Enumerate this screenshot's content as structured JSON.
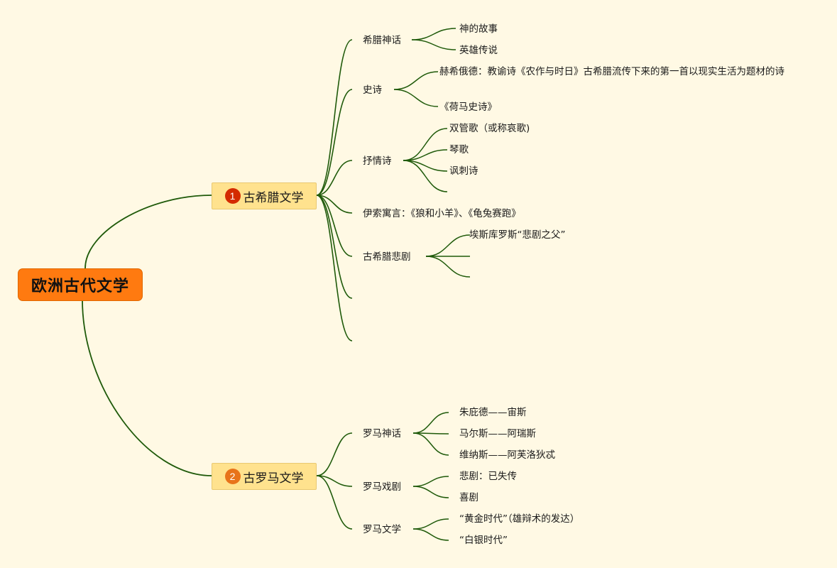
{
  "root": {
    "label": "欧洲古代文学"
  },
  "branches": [
    {
      "badge": "1",
      "badge_color": "#d42a00",
      "label": "古希腊文学",
      "children": [
        {
          "label": "希腊神话",
          "children": [
            {
              "label": "神的故事"
            },
            {
              "label": "英雄传说"
            }
          ]
        },
        {
          "label": "史诗",
          "children": [
            {
              "label": "赫希俄德：教谕诗《农作与时日》古希腊流传下来的第一首以现实生活为题材的诗"
            },
            {
              "label": "《荷马史诗》"
            }
          ]
        },
        {
          "label": "抒情诗",
          "children": [
            {
              "label": "双管歌（或称哀歌)"
            },
            {
              "label": "琴歌"
            },
            {
              "label": "讽刺诗"
            },
            {
              "label": ""
            }
          ]
        },
        {
          "label": "伊索寓言：《狼和小羊》、《龟兔赛跑》"
        },
        {
          "label": "古希腊悲剧",
          "children": [
            {
              "label": "埃斯库罗斯“悲剧之父”"
            },
            {
              "label": ""
            },
            {
              "label": ""
            }
          ]
        },
        {
          "label": ""
        },
        {
          "label": ""
        }
      ]
    },
    {
      "badge": "2",
      "badge_color": "#e8731a",
      "label": "古罗马文学",
      "children": [
        {
          "label": "罗马神话",
          "children": [
            {
              "label": "朱庇德——宙斯"
            },
            {
              "label": "马尔斯——阿瑞斯"
            },
            {
              "label": "维纳斯——阿芙洛狄忒"
            }
          ]
        },
        {
          "label": "罗马戏剧",
          "children": [
            {
              "label": "悲剧：已失传"
            },
            {
              "label": "喜剧"
            }
          ]
        },
        {
          "label": "罗马文学",
          "children": [
            {
              "label": "“黄金时代”（雄辩术的发达）"
            },
            {
              "label": "“白银时代”"
            }
          ]
        }
      ]
    }
  ],
  "colors": {
    "link": "#1f5a0a",
    "background": "#fff9e4"
  }
}
